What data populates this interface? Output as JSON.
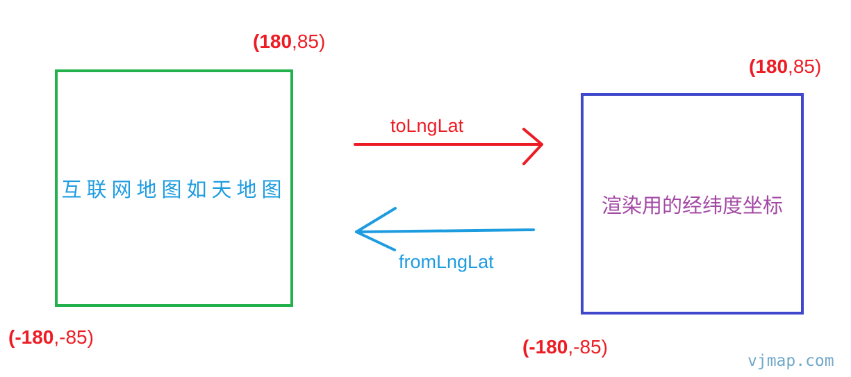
{
  "left_box": {
    "text": "互联网地图如天地图",
    "top_coord_bold": "(180",
    "top_coord_rest": ",85)",
    "bottom_coord_bold": "(-180",
    "bottom_coord_rest": ",-85)",
    "border_color": "#22b14c",
    "text_color": "#1e9ce0"
  },
  "right_box": {
    "text": "渲染用的经纬度坐标",
    "top_coord_bold": "(180",
    "top_coord_rest": ",85)",
    "bottom_coord_bold": "(-180",
    "bottom_coord_rest": ",-85)",
    "border_color": "#3f48cc",
    "text_color": "#a349a4"
  },
  "arrows": {
    "forward_label": "toLngLat",
    "forward_color": "#ec1c24",
    "backward_label": "fromLngLat",
    "backward_color": "#1e9ce0"
  },
  "watermark": "vjmap.com"
}
